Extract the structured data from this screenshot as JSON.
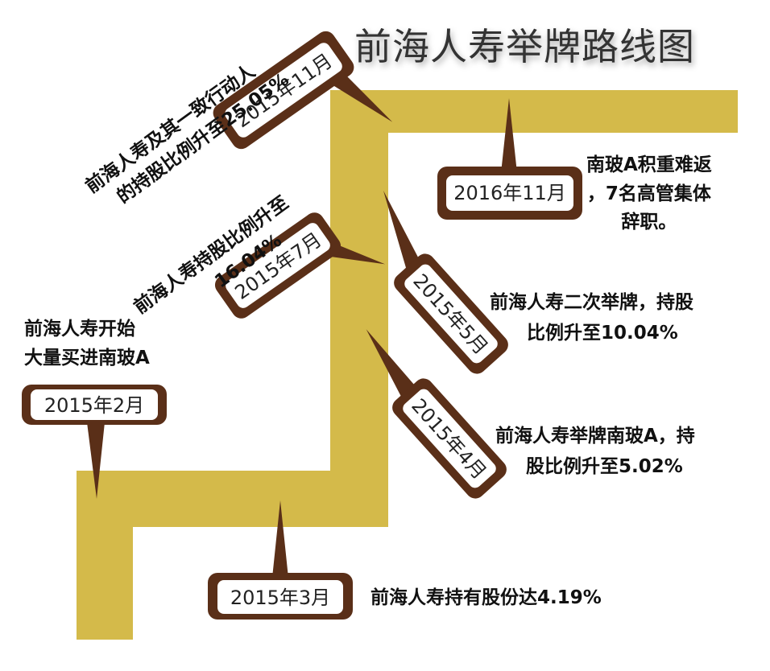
{
  "title": "前海人寿举牌路线图",
  "colors": {
    "path": "#d4ba4a",
    "tag_border": "#5a2f18",
    "tag_fill": "#ffffff"
  },
  "milestones": [
    {
      "date": "2015年2月",
      "lines": [
        "前海人寿开始",
        "大量买进南玻A"
      ]
    },
    {
      "date": "2015年3月",
      "lines": [
        "前海人寿持有股份达4.19%"
      ]
    },
    {
      "date": "2015年4月",
      "lines": [
        "前海人寿举牌南玻A，持",
        "股比例升至5.02%"
      ]
    },
    {
      "date": "2015年5月",
      "lines": [
        "前海人寿二次举牌，持股",
        "比例升至10.04%"
      ]
    },
    {
      "date": "2015年7月",
      "lines": [
        "前海人寿持股比例升至",
        "16.04%"
      ]
    },
    {
      "date": "2015年11月",
      "lines": [
        "前海人寿及其一致行动人",
        "的持股比例升至25.05%"
      ]
    },
    {
      "date": "2016年11月",
      "lines": [
        "南玻A积重难返",
        "，7名高管集体",
        "辞职。"
      ]
    }
  ]
}
